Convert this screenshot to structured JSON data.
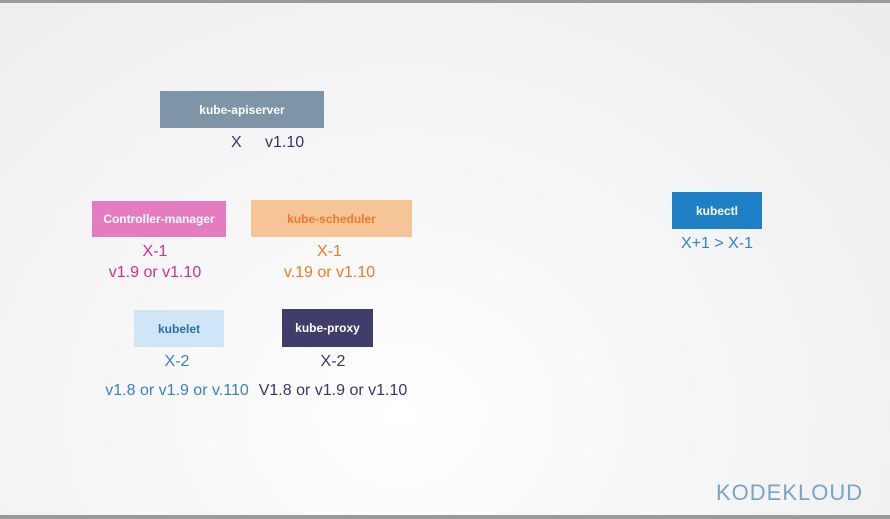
{
  "components": {
    "apiserver": {
      "label": "kube-apiserver",
      "relation": "X",
      "version": "v1.10"
    },
    "controller_manager": {
      "label": "Controller-manager",
      "relation": "X-1",
      "versions": "v1.9 or v1.10"
    },
    "scheduler": {
      "label": "kube-scheduler",
      "relation": "X-1",
      "versions": "v.19 or v1.10"
    },
    "kubelet": {
      "label": "kubelet",
      "relation": "X-2",
      "versions": "v1.8 or v1.9 or v.110"
    },
    "proxy": {
      "label": "kube-proxy",
      "relation": "X-2",
      "versions": "V1.8 or v1.9 or v1.10"
    },
    "kubectl": {
      "label": "kubectl",
      "relation": "X+1 > X-1"
    }
  },
  "branding": {
    "logo_text": "KODEKLOUD"
  },
  "colors": {
    "apiserver": "#7d95a6",
    "controller_manager": "#e57cbf",
    "scheduler": "#f5c598",
    "kubelet": "#cfe6f8",
    "proxy": "#413d6b",
    "kubectl": "#1f7fc5"
  }
}
